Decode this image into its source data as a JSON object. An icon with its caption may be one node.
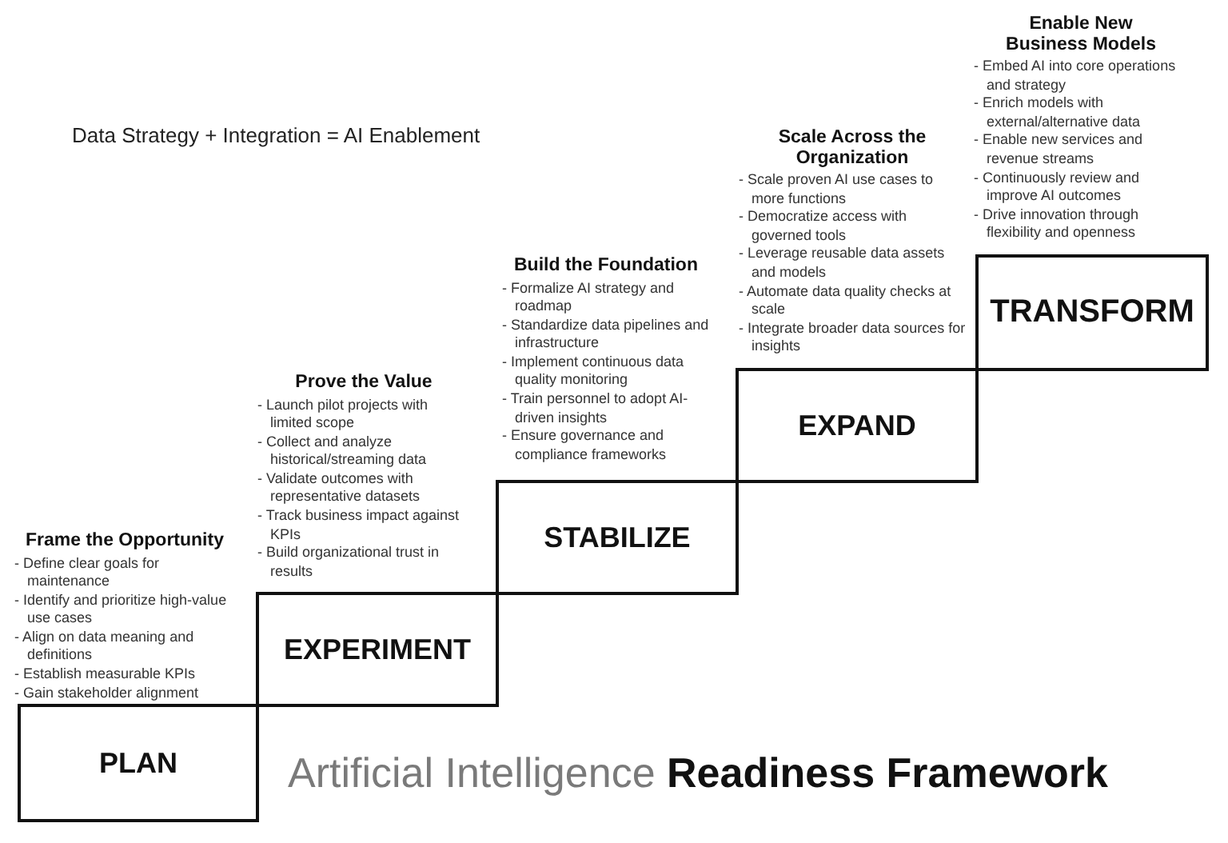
{
  "diagram": {
    "title": "Artificial Intelligence **Readiness Framework**",
    "nodes": [
      {
        "text": [
          "PLAN"
        ],
        "beside": [
          "Frame the Opportunity",
          "- Define clear goals for maintenance",
          "- Identify and prioritize high-value use cases",
          "- Align on data meaning and definitions",
          "- Establish measurable KPIs",
          "- Gain stakeholder alignment"
        ]
      },
      {
        "text": [
          "EXPERIMENT"
        ],
        "beside": [
          "Prove the Value",
          "- Launch pilot projects with limited scope",
          "- Collect and analyze historical/streaming data",
          "- Validate outcomes with representative datasets",
          "- Track business impact against KPIs",
          "- Build organizational trust in results"
        ]
      },
      {
        "text": [
          "STABILIZE"
        ],
        "beside": [
          "Build the Foundation",
          "- Formalize AI strategy and roadmap",
          "- Standardize data pipelines and infrastructure",
          "- Implement continuous data quality monitoring",
          "- Train personnel to adopt AI-driven insights",
          "- Ensure governance and compliance frameworks"
        ]
      },
      {
        "text": [
          "EXPAND"
        ],
        "beside": [
          "Scale Across the Organization",
          "- Scale proven AI use cases to more functions",
          "- Democratize access with governed tools",
          "- Leverage reusable data assets and models",
          "- Automate data quality checks at scale",
          "- Integrate broader data sources for insights"
        ]
      },
      {
        "text": [
          "TRANSFORM"
        ],
        "beside": [
          "Enable New Business Models",
          "- Embed AI into core operations and strategy",
          "- Enrich models with external/alternative data",
          "- Enable new services and revenue streams",
          "- Continuously review and improve AI outcomes",
          "- Drive innovation through flexibility and openness"
        ]
      }
    ],
    "labels": [
      "Data Strategy + Integration = AI Enablement"
    ]
  }
}
